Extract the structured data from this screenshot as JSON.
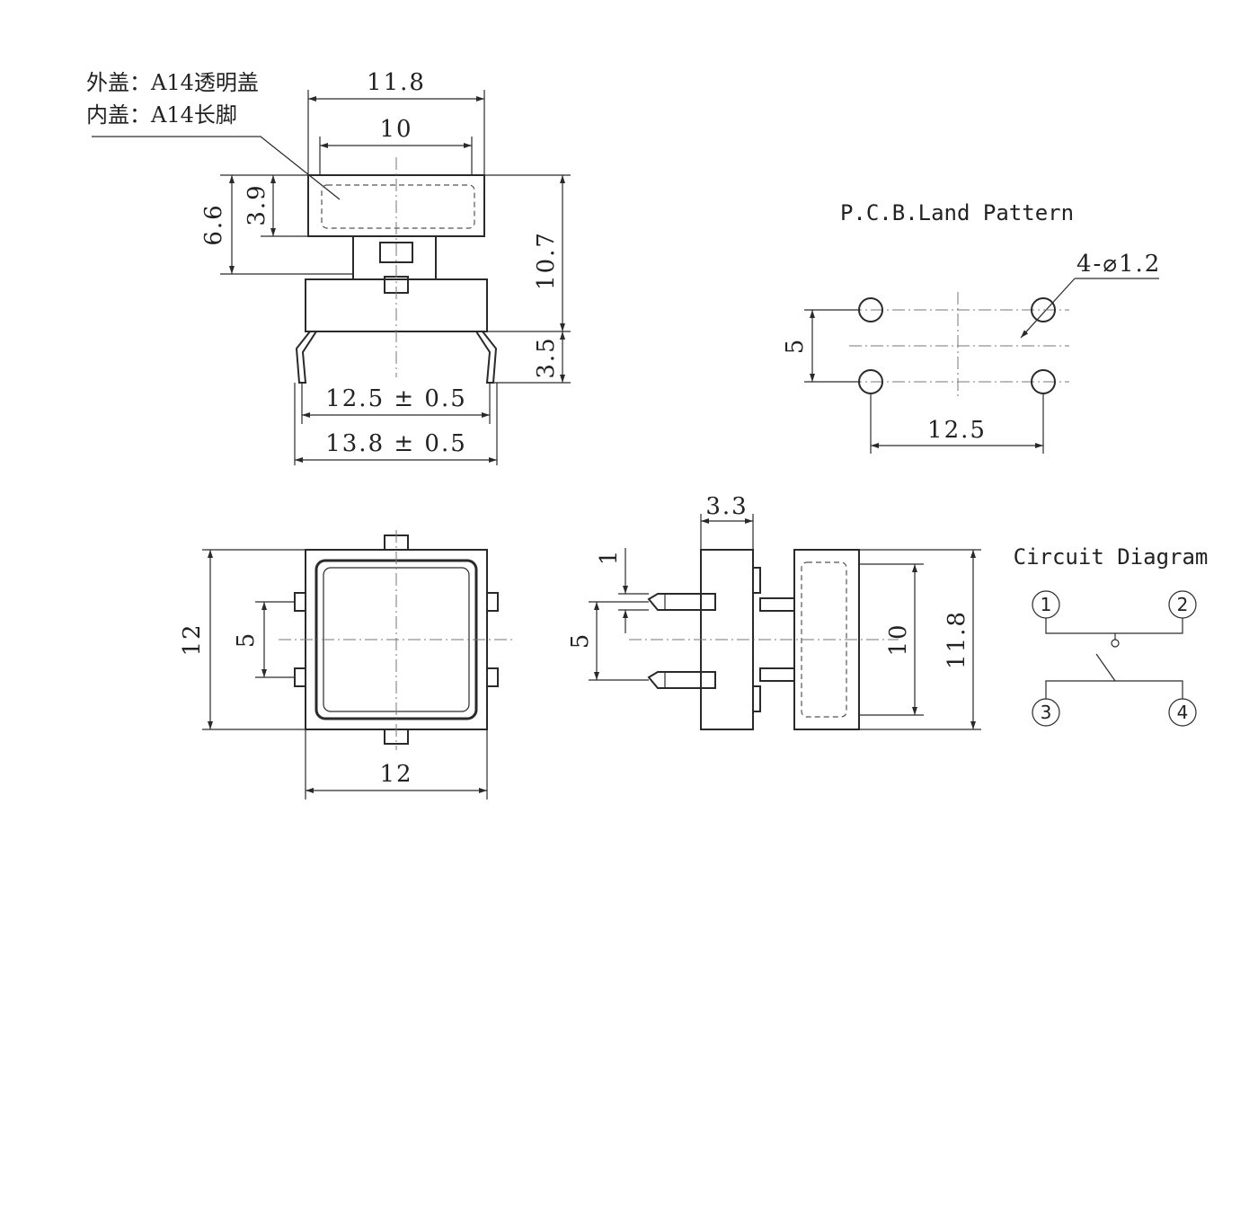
{
  "labels": {
    "outer_cover": "外盖：A14透明盖",
    "inner_cover": "内盖：A14长脚"
  },
  "dims": {
    "top_width_outer": "11.8",
    "top_width_inner": "10",
    "left_height_66": "6.6",
    "left_height_39": "3.9",
    "right_height_107": "10.7",
    "right_height_35": "3.5",
    "pin_span": "12.5 ± 0.5",
    "overall_span": "13.8 ± 0.5",
    "front_height": "12",
    "front_pitch": "5",
    "front_width": "12",
    "side_top": "3.3",
    "side_pin": "1",
    "side_pitch": "5",
    "side_inner": "10",
    "side_outer": "11.8"
  },
  "pcb": {
    "title": "P.C.B.Land Pattern",
    "holes": "4-⌀1.2",
    "pitch_v": "5",
    "pitch_h": "12.5"
  },
  "circuit": {
    "title": "Circuit Diagram",
    "pins": [
      "1",
      "2",
      "3",
      "4"
    ]
  }
}
